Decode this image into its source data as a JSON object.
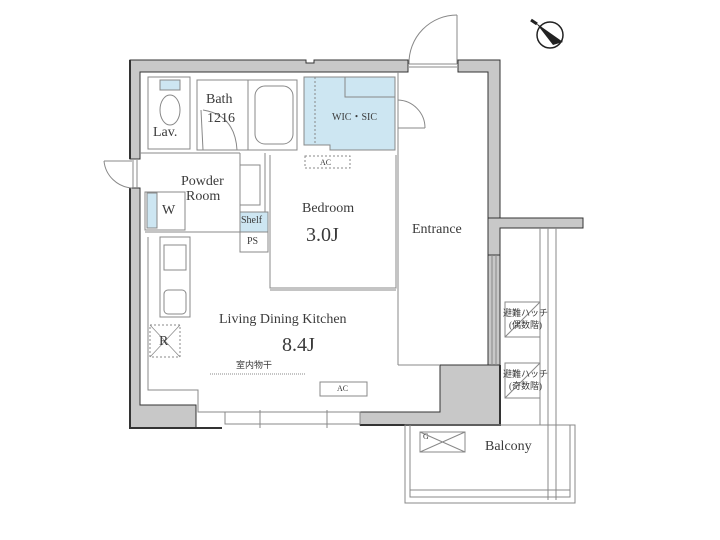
{
  "floor_plan": {
    "compass": {
      "icon": "north-arrow-icon"
    },
    "colors": {
      "wall": "#c8c8c8",
      "wall_edge": "#333333",
      "closet": "#cde6f2",
      "line": "#888888"
    },
    "rooms": {
      "lav": {
        "label": "Lav."
      },
      "bath": {
        "label": "Bath",
        "size": "1216"
      },
      "wic": {
        "label": "WIC・SIC"
      },
      "powder": {
        "label_line1": "Powder",
        "label_line2": "Room"
      },
      "washer": {
        "label": "W"
      },
      "shelf": {
        "label": "Shelf"
      },
      "ps": {
        "label": "PS"
      },
      "bedroom": {
        "label": "Bedroom",
        "size": "3.0J"
      },
      "entrance": {
        "label": "Entrance"
      },
      "ldk": {
        "label": "Living Dining Kitchen",
        "size": "8.4J"
      },
      "fridge": {
        "label": "R"
      },
      "balcony": {
        "label": "Balcony"
      }
    },
    "fixtures": {
      "ac_bedroom": "AC",
      "ac_ldk": "AC",
      "indoor_drying": "室内物干",
      "gas_meter": "G"
    },
    "hatches": [
      {
        "line1": "避難ハッチ",
        "line2": "(偶数階)"
      },
      {
        "line1": "避難ハッチ",
        "line2": "(奇数階)"
      }
    ]
  }
}
